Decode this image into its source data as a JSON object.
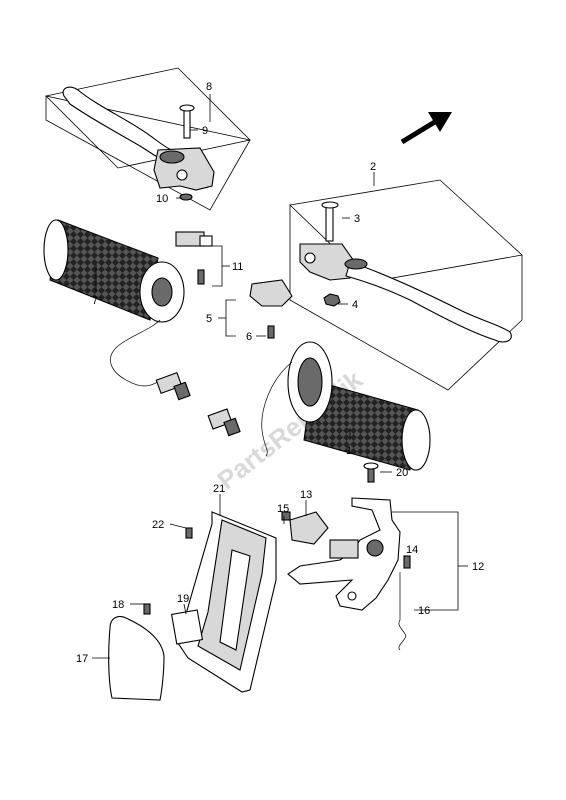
{
  "watermark": "PartsRepublik",
  "callouts": [
    {
      "id": "c1",
      "text": "1"
    },
    {
      "id": "c2",
      "text": "2"
    },
    {
      "id": "c3",
      "text": "3"
    },
    {
      "id": "c4",
      "text": "4"
    },
    {
      "id": "c5",
      "text": "5"
    },
    {
      "id": "c6",
      "text": "6"
    },
    {
      "id": "c7",
      "text": "7"
    },
    {
      "id": "c8",
      "text": "8"
    },
    {
      "id": "c9",
      "text": "9"
    },
    {
      "id": "c10",
      "text": "10"
    },
    {
      "id": "c11",
      "text": "11"
    },
    {
      "id": "c12",
      "text": "12"
    },
    {
      "id": "c13",
      "text": "13"
    },
    {
      "id": "c14",
      "text": "14"
    },
    {
      "id": "c15",
      "text": "15"
    },
    {
      "id": "c16",
      "text": "16"
    },
    {
      "id": "c17",
      "text": "17"
    },
    {
      "id": "c18",
      "text": "18"
    },
    {
      "id": "c19",
      "text": "19"
    },
    {
      "id": "c20",
      "text": "20"
    },
    {
      "id": "c21",
      "text": "21"
    },
    {
      "id": "c22",
      "text": "22"
    }
  ]
}
